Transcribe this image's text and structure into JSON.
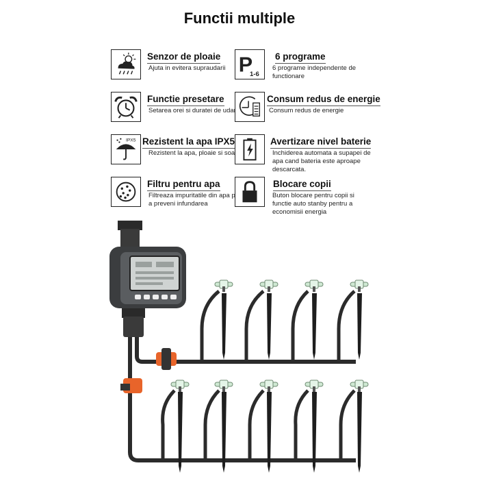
{
  "title": "Functii multiple",
  "features": [
    {
      "title": "Senzor de ploaie",
      "desc": "Ajuta in evitera supraudarii",
      "icon": "rain-sensor-icon"
    },
    {
      "title": "6 programe",
      "desc": "6 programe independente de functionare",
      "icon": "programs-icon",
      "icon_letter": "P",
      "icon_sub": "1-6"
    },
    {
      "title": "Functie presetare",
      "desc": "Setarea orei si duratei de udare",
      "icon": "alarm-clock-icon"
    },
    {
      "title": "Consum redus de energie",
      "desc": "Consum redus de energie",
      "icon": "energy-clock-icon"
    },
    {
      "title": "Rezistent la apa IPX5",
      "desc": "Rezistent la apa, ploaie si soare",
      "icon": "umbrella-icon",
      "icon_label": "IPX5"
    },
    {
      "title": "Avertizare nivel baterie",
      "desc": "Inchiderea automata a supapei de apa cand bateria este aproape descarcata.",
      "icon": "battery-icon"
    },
    {
      "title": "Filtru pentru apa",
      "desc": "Filtreaza impuritatile din apa pentru a preveni infundarea",
      "icon": "filter-icon"
    },
    {
      "title": "Blocare copii",
      "desc": "Buton blocare pentru copii si functie auto stanby pentru a economisii energia",
      "icon": "padlock-icon"
    }
  ],
  "colors": {
    "accent_orange": "#e8642a",
    "pipe": "#2b2b2b",
    "nozzle": "#bfe6c8"
  }
}
